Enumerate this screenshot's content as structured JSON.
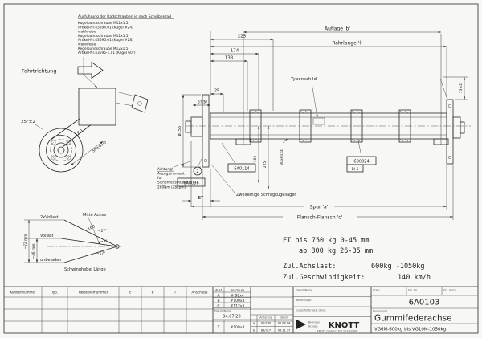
{
  "notes": {
    "bolt_note_title": "Ausfuhrung der Radschrauben je nach Scheibenrad",
    "bolt_note_lines": [
      "Kugelbundschraube M12x1.5",
      "Artikel-Nr.43694.01 (Kugel #24)",
      "wahlweise",
      "Kugelbundschraube M12x1.5",
      "Artikel-Nr.43695.01 (Kugel #28)",
      "wahlweise",
      "Kegelbundschraube M12x1.5",
      "Artikel-Nr.43696-1.01 (Kegel 60°)"
    ],
    "direction": "Fahrtrichtung",
    "warning_lines": [
      "Achtung!",
      "Anzugsmoment",
      "fur",
      "Sicherheitsmutter",
      "280Nm (28kpm)"
    ],
    "bearing_note": "Zweireihige Schragkugellager",
    "typenschild": "Typenschild"
  },
  "part_refs": {
    "hub": "6A0096",
    "bearing_seat": "6A0114",
    "detail": "6B0024",
    "sheet": "Bl 5",
    "pos2": "2"
  },
  "dims": {
    "d225": "225",
    "d174": "174",
    "d133": "133",
    "d25": "25",
    "d57": "57.5",
    "auflage": "Auflage 'b'",
    "rohrlange": "Rohrlange 'l'",
    "v160": "160",
    "v225": "225",
    "tube_section": "80x80x4",
    "flange_angle": "13±2",
    "hub_dia": "ø155",
    "et": "ET",
    "spur": "Spur 'a'",
    "flansch": "Flansch-Flansch 'c'",
    "left_angle": "25°±2",
    "left_arm": "160",
    "left_offset": "50±0.05"
  },
  "lever": {
    "full2": "2xVollast",
    "full": "Vollast",
    "empty": "unbeladen",
    "axis": "Mitte Achse",
    "len": "160",
    "lever_label": "Schwinghebel Länge",
    "a1": "~27°",
    "a2": "~8°",
    "a3": "~17°",
    "h1": "~72 mm",
    "h2": "~46 mm"
  },
  "specs": {
    "et1": "ET bis 750 kg  0-45 mm",
    "et2": "ab 800 kg 26-35 mm",
    "load_label": "Zul.Achslast:",
    "load_value": "600kg -1050kg",
    "speed_label": "Zul.Geschwindigkeit:",
    "speed_value": "140 km/h"
  },
  "title_block": {
    "customer_cols": [
      "Kundennummer",
      "Typ.",
      "Herstellernummer",
      "'c'",
      "'b'",
      "'l'",
      "Anschluss"
    ],
    "ausf": {
      "col1": "Ausf",
      "col2": "Anschluss",
      "rows": [
        [
          "A",
          "# 98x4"
        ],
        [
          "B",
          "#100x4"
        ],
        [
          "C",
          "#112x5"
        ]
      ],
      "extra": [
        "T",
        "#108x4"
      ]
    },
    "date_label": "Datum/Name",
    "date": "94.07.28",
    "revisions": {
      "h1": "Änderung",
      "h2": "Datum",
      "rows": [
        [
          "a",
          "01/760",
          "00.04.04"
        ],
        [
          "b",
          "88/317",
          "94.11.17"
        ]
      ]
    },
    "info_labels": [
      "Datum/Name",
      "Bearb./Gepr.",
      "Ersatz für/Ersetzt durch"
    ],
    "ref_labels": [
      "Urspr.",
      "Ers. für",
      "Ers. durch"
    ],
    "benennung_label": "Benennung",
    "drawing_no": "6A0103",
    "title": "Gummifederachse",
    "range": "VG6M-600kg bis VG10M-1050kg",
    "brand": {
      "name": "KNOTT",
      "l1": "Bremsen",
      "l2": "Achsen",
      "footer": "KNOTT GmbH  D 83125 Eggstätt"
    }
  }
}
